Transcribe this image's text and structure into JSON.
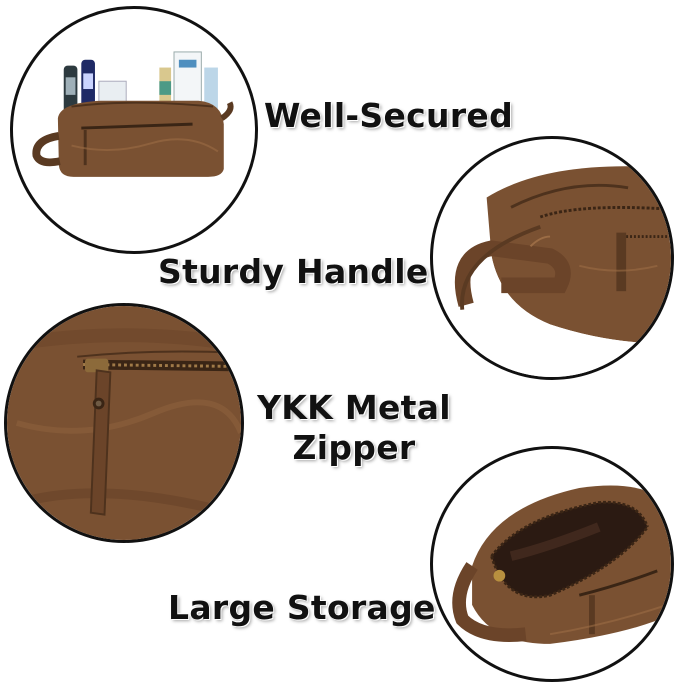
{
  "features": [
    {
      "label": "Well-Secured"
    },
    {
      "label": "Sturdy Handle"
    },
    {
      "label_line1": "YKK Metal",
      "label_line2": "Zipper"
    },
    {
      "label": "Large Storage"
    }
  ],
  "colors": {
    "leather": "#7a5132",
    "leather_dark": "#4e321d",
    "leather_light": "#9b6c45",
    "interior": "#2b1a12",
    "outline": "#111111",
    "text": "#111111"
  }
}
